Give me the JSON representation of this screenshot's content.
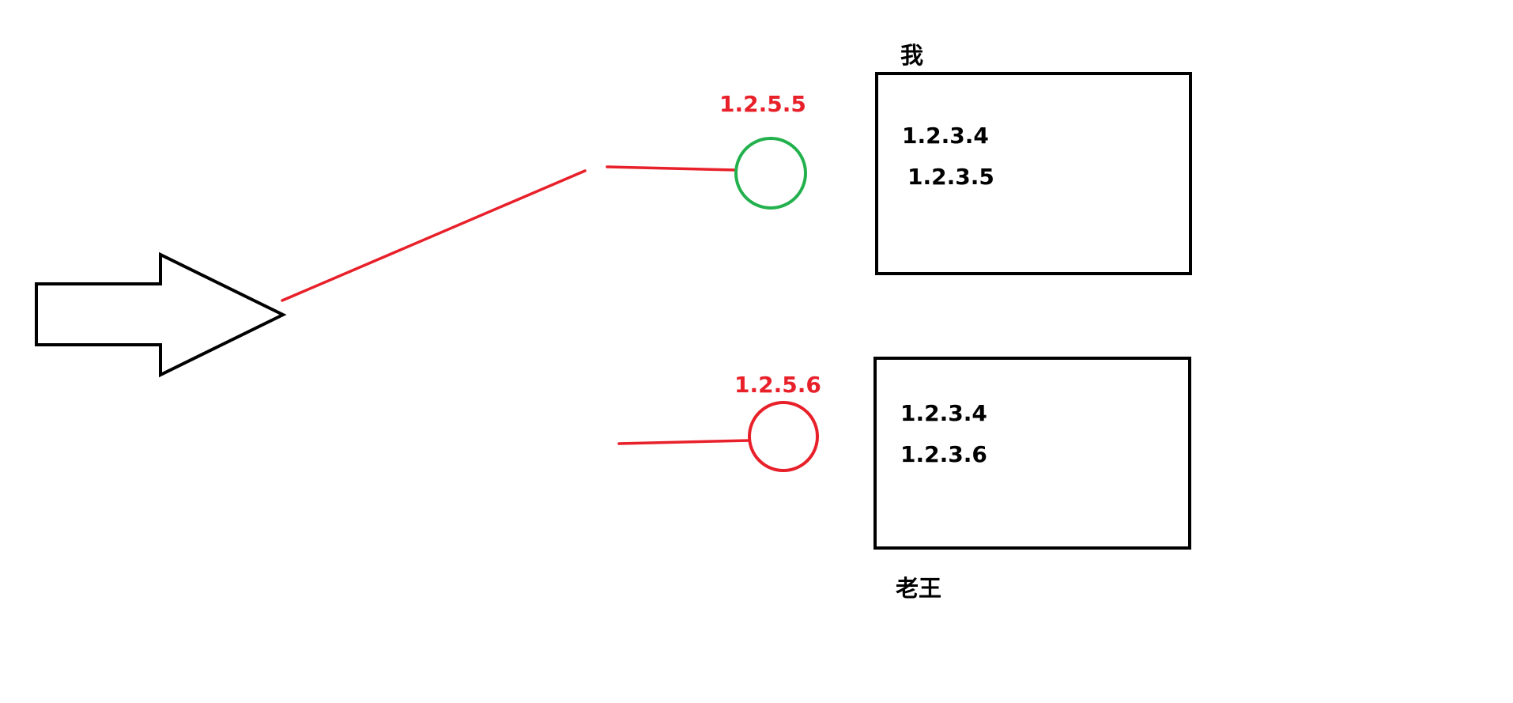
{
  "colors": {
    "outline": "#000000",
    "link": "#e8202a",
    "port_active": "#22b14c",
    "port_inactive": "#e8202a",
    "ip_label": "#e8202a",
    "text": "#000000"
  },
  "arrow": {
    "icon": "right-arrow-icon"
  },
  "ports": [
    {
      "label": "1.2.5.5",
      "state": "active"
    },
    {
      "label": "1.2.5.6",
      "state": "inactive"
    }
  ],
  "hosts": [
    {
      "owner": "我",
      "ips": [
        "1.2.3.4",
        "1.2.3.5"
      ]
    },
    {
      "owner": "老王",
      "ips": [
        "1.2.3.4",
        "1.2.3.6"
      ]
    }
  ]
}
